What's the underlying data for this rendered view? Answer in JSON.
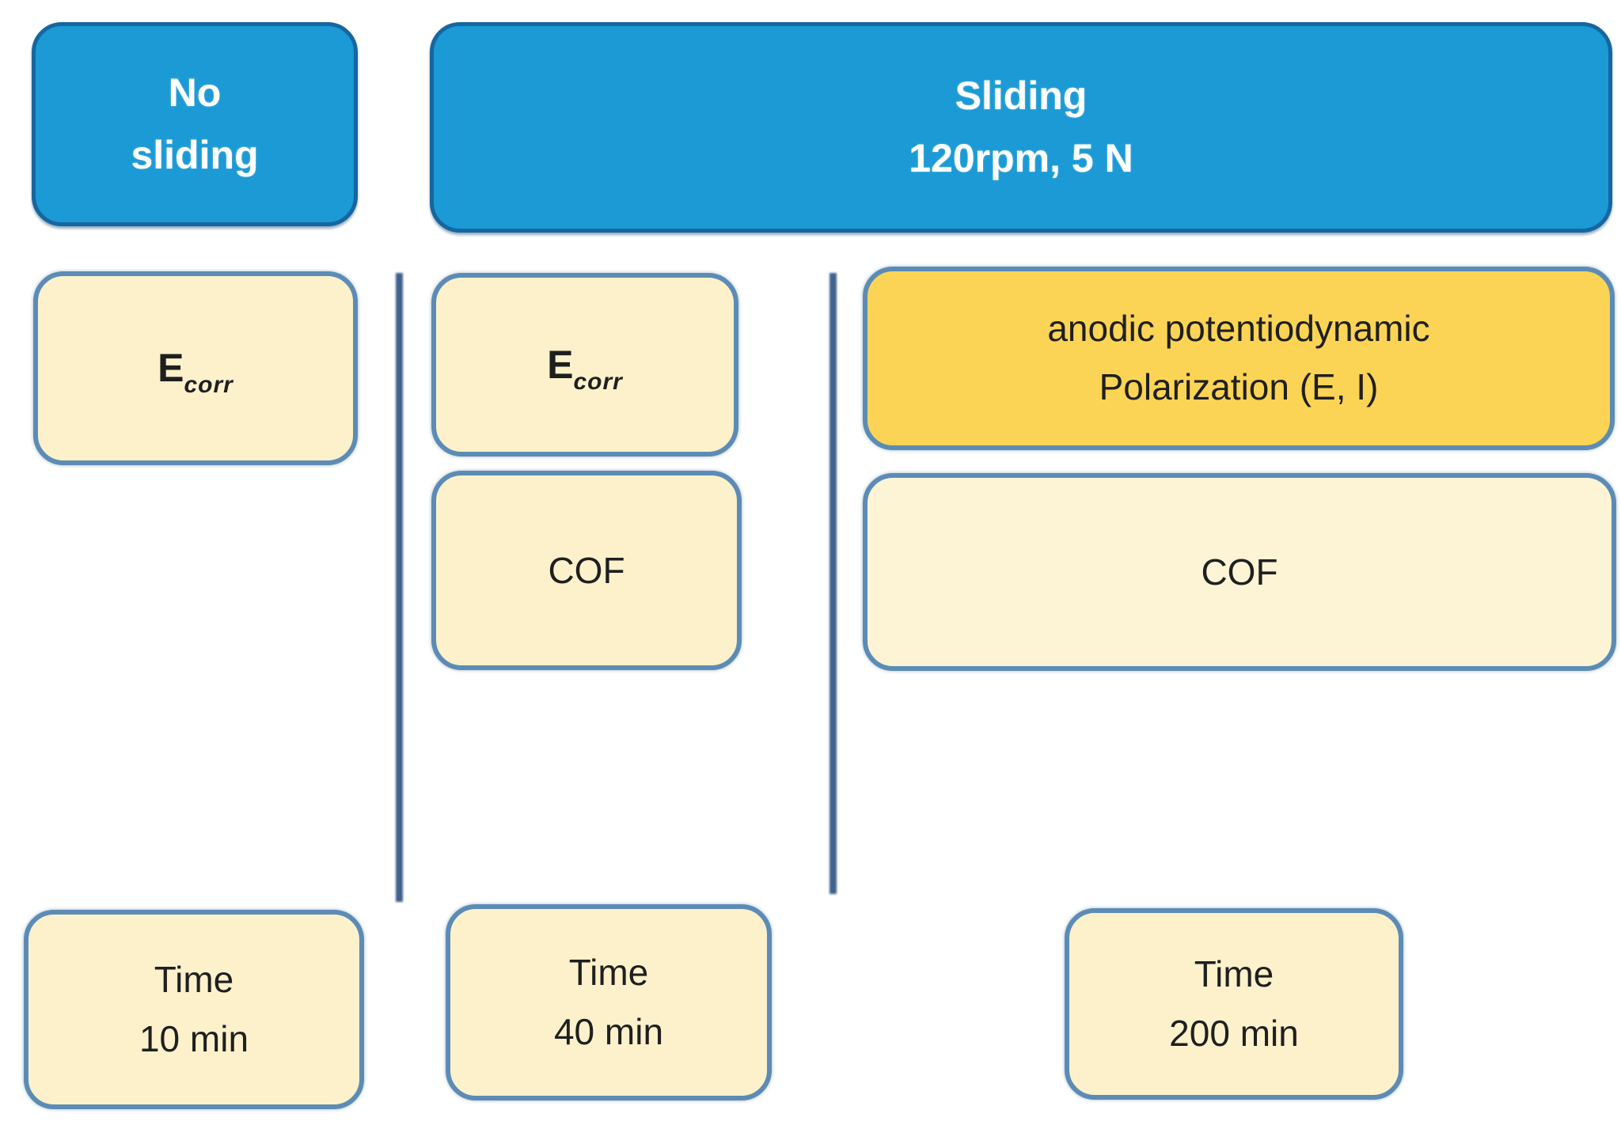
{
  "colors": {
    "header_fill": "#1B9AD5",
    "header_border": "#1666A0",
    "header_text": "#FFFFFF",
    "cream_fill": "#FCF1CB",
    "cream_fill_light": "#FDF4D6",
    "gold_fill": "#FCD455",
    "box_border": "#5C8CB5",
    "divider": "#41618E",
    "body_text": "#1F1F1F"
  },
  "headers": {
    "no_sliding": {
      "line1": "No",
      "line2": "sliding"
    },
    "sliding": {
      "line1": "Sliding",
      "line2": "120rpm, 5 N"
    }
  },
  "columns": {
    "no_sliding": {
      "ecorr": {
        "symbol": "E",
        "subscript": "corr"
      },
      "time": {
        "line1": "Time",
        "line2": "10 min"
      }
    },
    "sliding_ecorr": {
      "ecorr": {
        "symbol": "E",
        "subscript": "corr"
      },
      "cof": "COF",
      "time": {
        "line1": "Time",
        "line2": "40 min"
      }
    },
    "sliding_polarization": {
      "anodic": {
        "line1": "anodic potentiodynamic",
        "line2": "Polarization (E, I)"
      },
      "cof": "COF",
      "time": {
        "line1": "Time",
        "line2": "200 min"
      }
    }
  }
}
